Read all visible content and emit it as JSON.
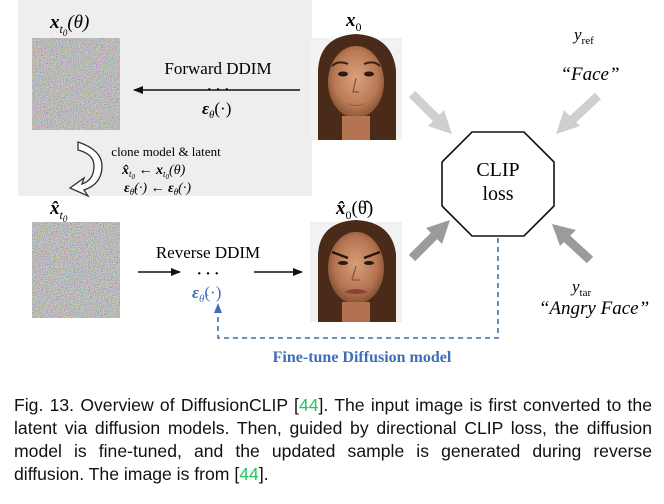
{
  "figure": {
    "latent_top_label": "x_{t_0}(θ)",
    "x0_label": "x_0",
    "forward_label": "Forward DDIM",
    "dots": "· · ·",
    "eps_theta": "ε_θ(·)",
    "clone_title": "clone model & latent",
    "clone_eq1": "x̂_{t_0} ← x_{t_0}(θ)",
    "clone_eq2": "ε_θ̂(·) ← ε_θ(·)",
    "latent_bottom_label": "x̂_{t_0}",
    "reverse_label": "Reverse DDIM",
    "eps_theta_hat": "ε_θ̂(·)",
    "x0_hat_label": "x̂_0(θ̂)",
    "clip_line1": "CLIP",
    "clip_line2": "loss",
    "y_ref_label": "y_ref",
    "y_ref_text": "“Face”",
    "y_tar_label": "y_tar",
    "y_tar_text": "“Angry Face”",
    "finetune_label": "Fine-tune Diffusion model",
    "colors": {
      "panel_bg": "#eeeeee",
      "blue": "#3e6fb5",
      "arrow_gray": "#9b9b9b",
      "arrow_light": "#cfcfcf"
    }
  },
  "caption": {
    "prefix": "Fig. 13.  Overview of DiffusionCLIP [",
    "ref1": "44",
    "middle": "]. The input image is first converted to the latent via diffusion models. Then, guided by directional CLIP loss, the diffusion model is fine-tuned, and the updated sample is generated during reverse diffusion. The image is from [",
    "ref2": "44",
    "suffix": "]."
  }
}
